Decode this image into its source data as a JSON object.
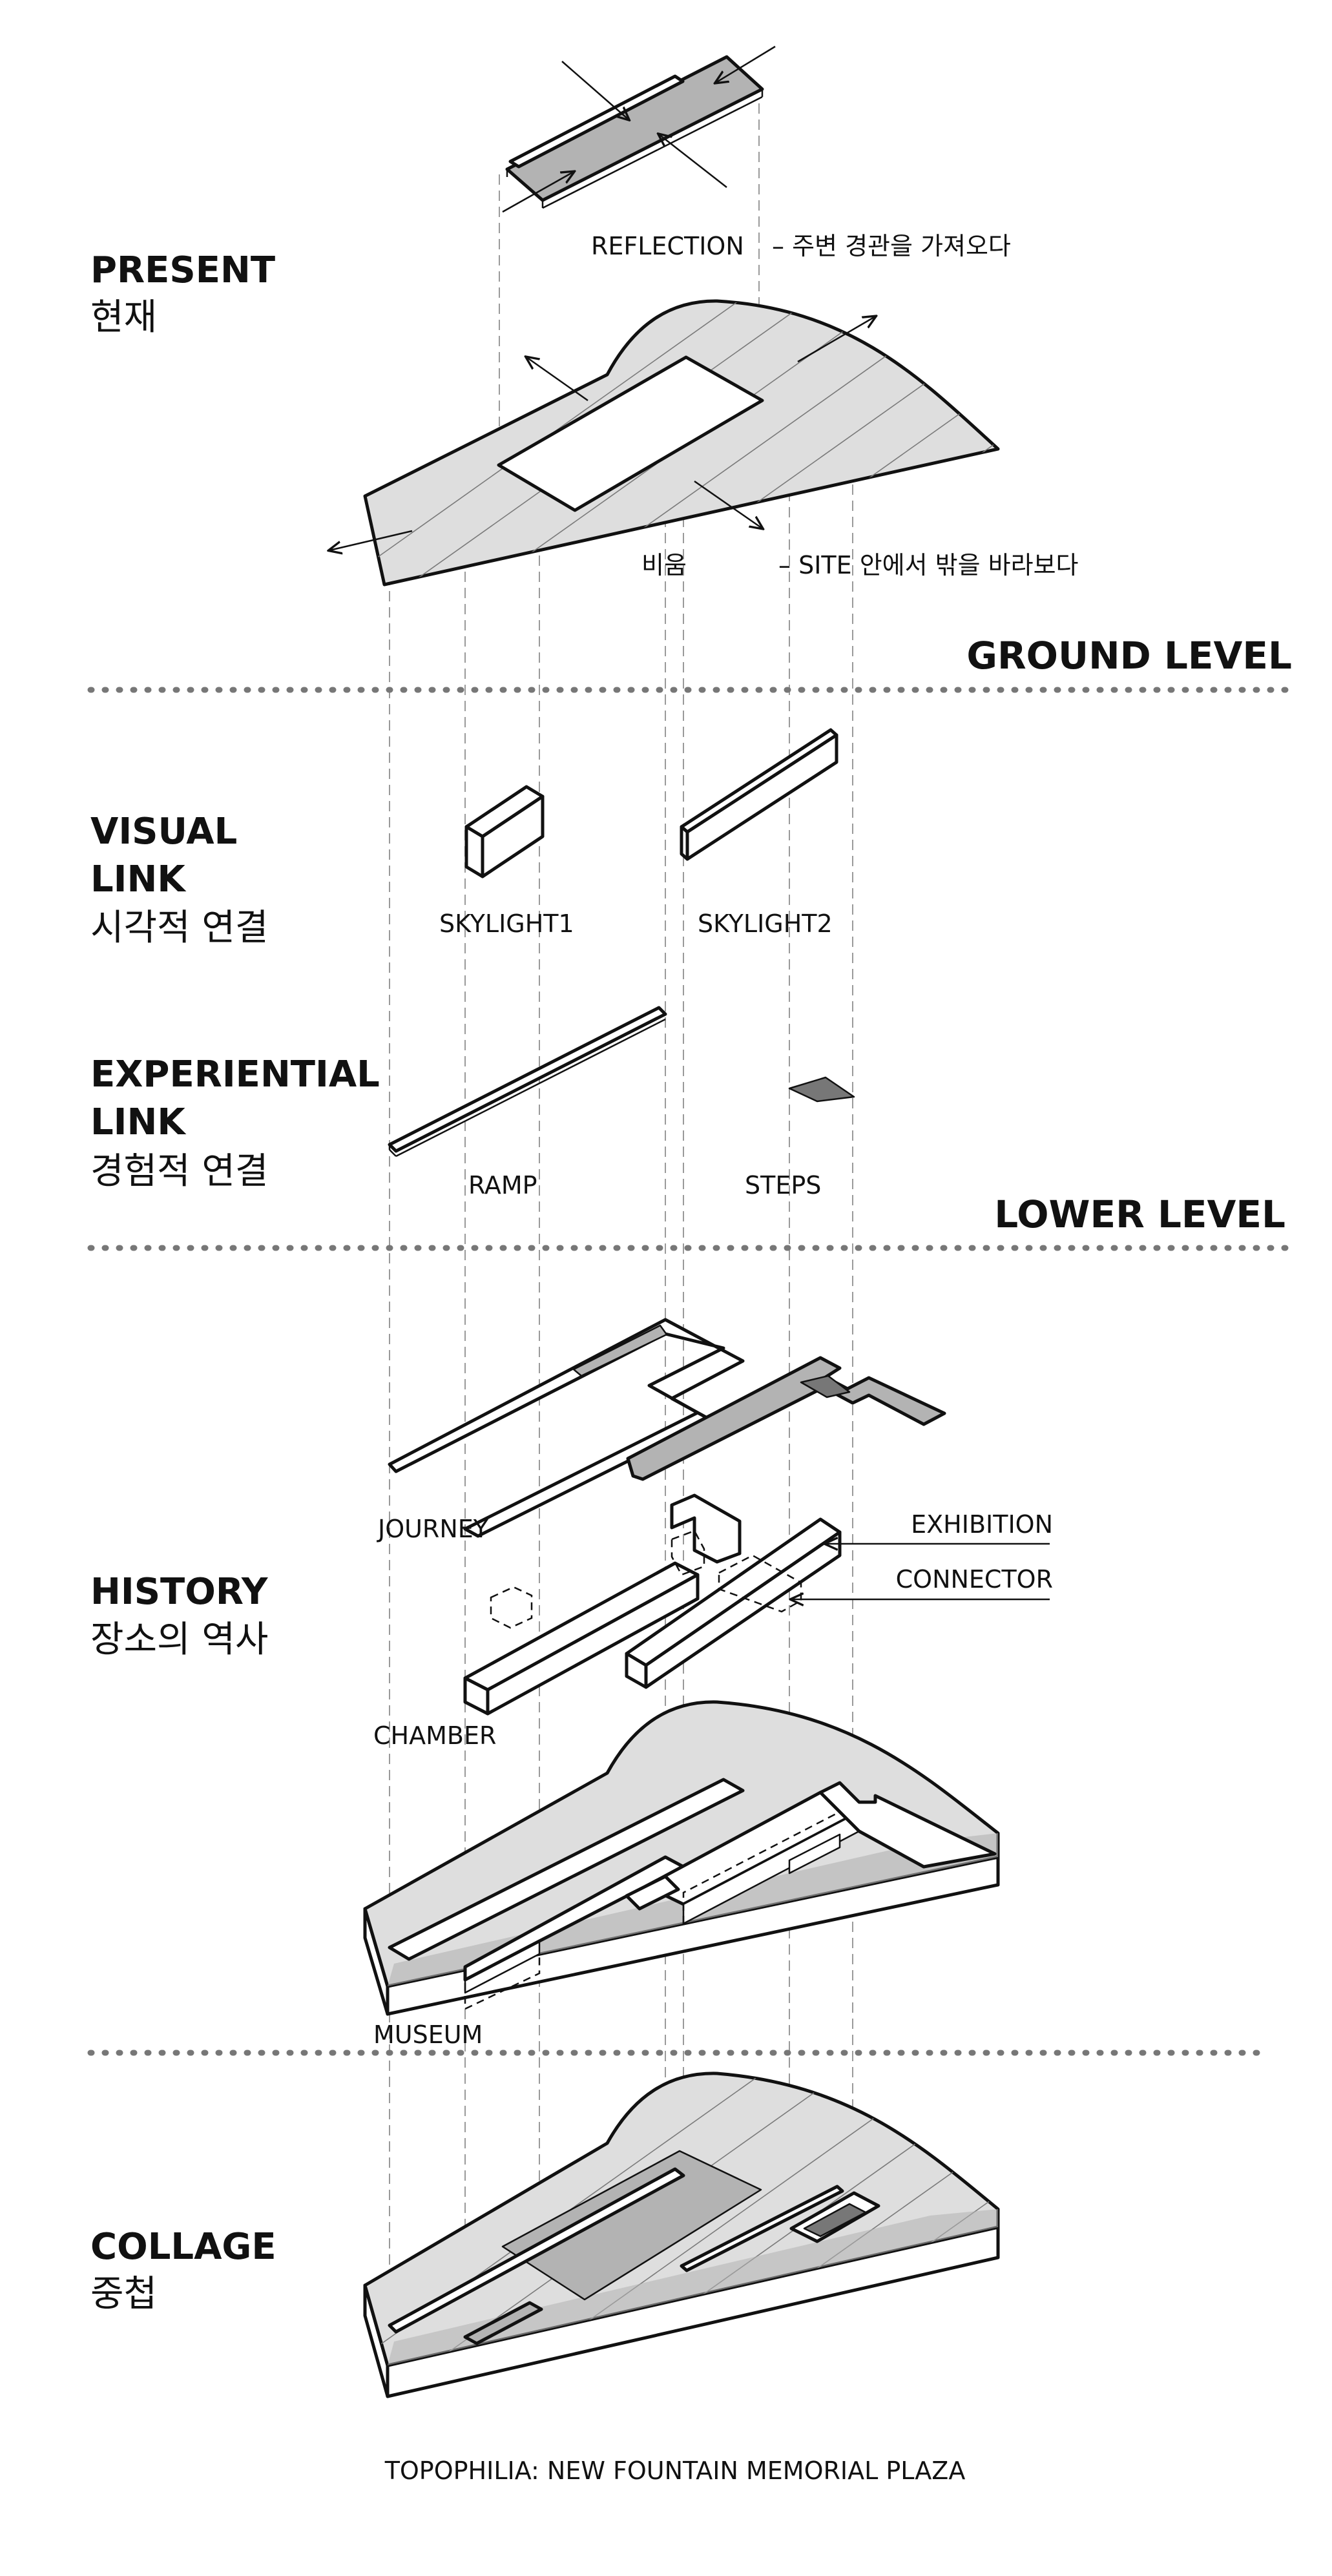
{
  "diagram": {
    "sections": {
      "present": {
        "en": "PRESENT",
        "ko": "현재"
      },
      "visual_link": {
        "en_line1": "VISUAL",
        "en_line2": "LINK",
        "ko": "시각적 연결"
      },
      "experiential_link": {
        "en_line1": "EXPERIENTIAL",
        "en_line2": "LINK",
        "ko": "경험적 연결"
      },
      "history": {
        "en": "HISTORY",
        "ko": "장소의 역사"
      },
      "collage": {
        "en": "COLLAGE",
        "ko": "중첩"
      }
    },
    "levels": {
      "ground": "GROUND LEVEL",
      "lower": "LOWER LEVEL"
    },
    "labels": {
      "reflection": "REFLECTION",
      "reflection_note": "– 주변 경관을 가져오다",
      "void": "비움",
      "void_note": "– SITE 안에서 밖을 바라보다",
      "skylight1": "SKYLIGHT1",
      "skylight2": "SKYLIGHT2",
      "ramp": "RAMP",
      "steps": "STEPS",
      "journey": "JOURNEY",
      "exhibition": "EXHIBITION",
      "connector": "CONNECTOR",
      "chamber": "CHAMBER",
      "museum": "MUSEUM"
    },
    "title": "TOPOPHILIA: NEW FOUNTAIN MEMORIAL PLAZA",
    "colors": {
      "ink": "#111111",
      "mid_gray": "#b3b3b3",
      "light_gray": "#dedede",
      "dark_gray": "#777777",
      "divider": "#777777"
    }
  }
}
